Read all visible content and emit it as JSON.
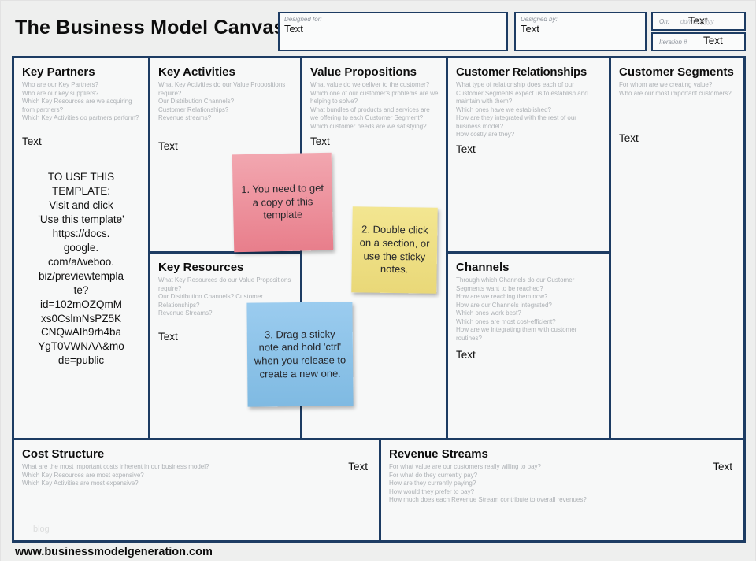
{
  "page": {
    "title": "The Business Model Canvas",
    "footer_url": "www.businessmodelgeneration.com",
    "watermark": "blog",
    "colors": {
      "border_navy": "#1d3c63",
      "background": "#eeefee",
      "section_bg": "#f7f8f8",
      "hint_gray": "#adb1b5",
      "sticky_pink": "#ec8e9b",
      "sticky_yellow": "#f1e38c",
      "sticky_blue": "#96c9ec"
    }
  },
  "header": {
    "designed_for": {
      "label": "Designed for:",
      "value": "Text"
    },
    "designed_by": {
      "label": "Designed by:",
      "value": "Text"
    },
    "on": {
      "label": "On:",
      "placeholder": "dd/mm/yyyy",
      "value": "Text"
    },
    "iteration": {
      "label": "Iteration #",
      "value": "Text"
    }
  },
  "sections": {
    "key_partners": {
      "title": "Key Partners",
      "hints": [
        "Who are our Key Partners?",
        "Who are our key suppliers?",
        "Which Key Resources are we acquiring from partners?",
        "Which Key Activities do partners perform?"
      ],
      "value": "Text",
      "note": "TO USE THIS\nTEMPLATE:\nVisit and click\n'Use this template'\nhttps://docs.\ngoogle.\ncom/a/weboo.\nbiz/previewtempla\nte?\nid=102mOZQmM\nxs0CslmNsPZ5K\nCNQwAIh9rh4ba\nYgT0VWNAA&mo\nde=public"
    },
    "key_activities": {
      "title": "Key Activities",
      "hints": [
        "What Key Activities do our Value Propositions require?",
        "Our Distribution Channels?",
        "Customer Relationships?",
        "Revenue streams?"
      ],
      "value": "Text"
    },
    "key_resources": {
      "title": "Key Resources",
      "hints": [
        "What Key Resources do our Value Propositions require?",
        "Our Distribution Channels? Customer Relationships?",
        "Revenue Streams?"
      ],
      "value": "Text"
    },
    "value_propositions": {
      "title": "Value Propositions",
      "hints": [
        "What value do we deliver to the customer?",
        "Which one of our customer's problems are we helping to solve?",
        "What bundles of products and services are we offering to each Customer Segment?",
        "Which customer needs are we satisfying?"
      ],
      "value": "Text"
    },
    "customer_relationships": {
      "title": "Customer Relationships",
      "hints": [
        "What type of relationship does each of our Customer Segments expect us to establish and maintain with them?",
        "Which ones have we established?",
        "How are they integrated with the rest of our business model?",
        "How costly are they?"
      ],
      "value": "Text"
    },
    "channels": {
      "title": "Channels",
      "hints": [
        "Through which Channels do our Customer Segments want to be reached?",
        "How are we reaching them now?",
        "How are our Channels integrated?",
        "Which ones work best?",
        "Which ones are most cost-efficient?",
        "How are we integrating them with customer routines?"
      ],
      "value": "Text"
    },
    "customer_segments": {
      "title": "Customer Segments",
      "hints": [
        "For whom are we creating value?",
        "Who are our most important customers?"
      ],
      "value": "Text"
    },
    "cost_structure": {
      "title": "Cost Structure",
      "hints": [
        "What are the most important costs inherent in our business model?",
        "Which Key Resources are most expensive?",
        "Which Key Activities are most expensive?"
      ],
      "value": "Text"
    },
    "revenue_streams": {
      "title": "Revenue Streams",
      "hints": [
        "For what value are our customers really willing to pay?",
        "For what do they currently pay?",
        "How are they currently paying?",
        "How would they prefer to pay?",
        "How much does each Revenue Stream contribute to overall revenues?"
      ],
      "value": "Text"
    }
  },
  "sticky_notes": [
    {
      "text": "1. You need to get a copy of this template",
      "color": "#ec8e9b"
    },
    {
      "text": "2. Double click on a section, or use the sticky notes.",
      "color": "#f1e38c"
    },
    {
      "text": "3. Drag a sticky note and hold 'ctrl' when you release to create a new one.",
      "color": "#96c9ec"
    }
  ]
}
